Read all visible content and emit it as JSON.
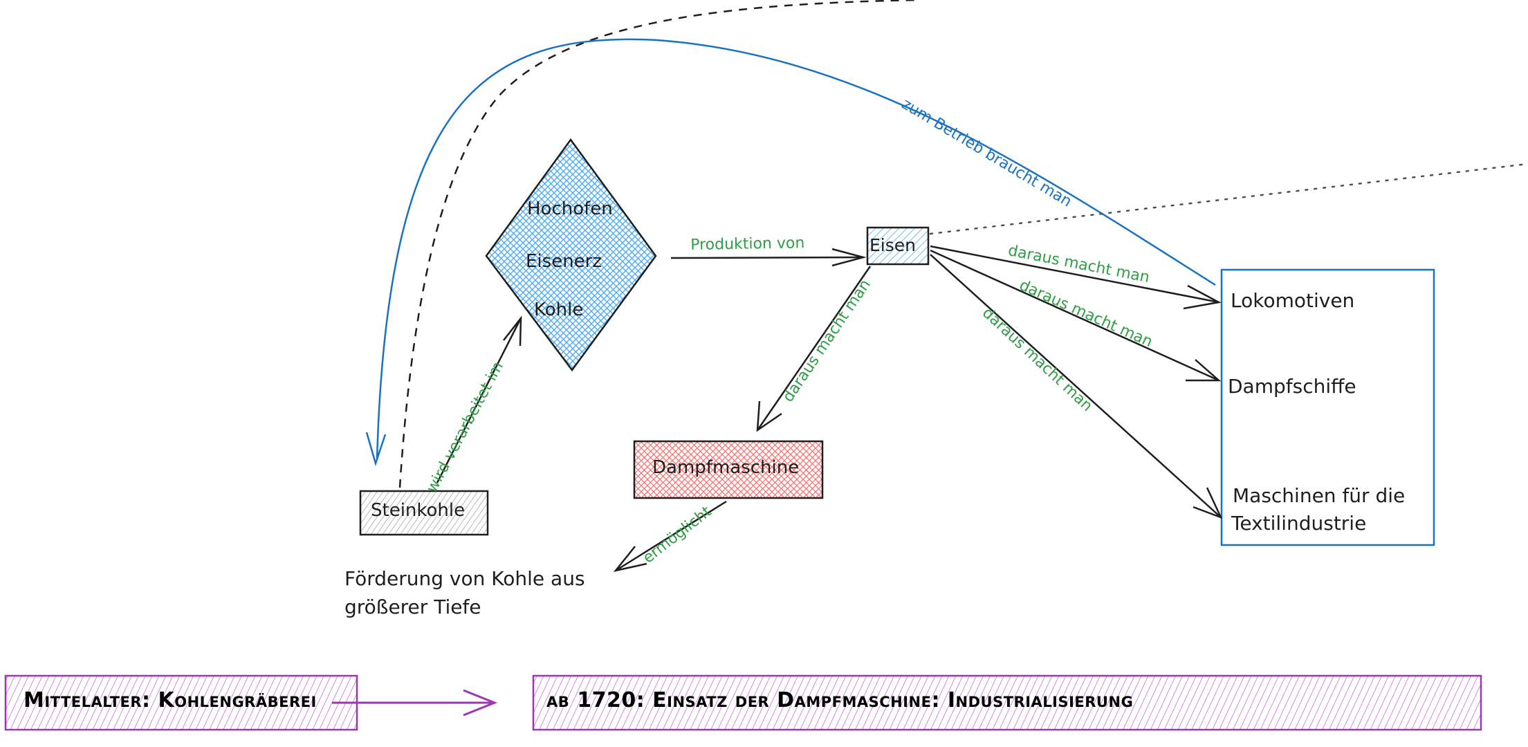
{
  "diagram": {
    "colors": {
      "stroke": "#1e1e1e",
      "label_green": "#2f9e44",
      "blue": "#1971c2",
      "blue_fill": "#4dabf7",
      "red_fill": "#ff8787",
      "gray_fill": "#868e96",
      "purple": "#9c36b5",
      "dotted_gray": "#495057"
    },
    "nodes": {
      "hochofen": {
        "lines": [
          "Hochofen",
          "Eisenerz",
          "Kohle"
        ],
        "shape": "diamond",
        "fill": "blue"
      },
      "eisen": {
        "label": "Eisen",
        "shape": "rectangle",
        "fill": "blue"
      },
      "steinkohle": {
        "label": "Steinkohle",
        "shape": "rectangle",
        "fill": "gray"
      },
      "dampfmaschine": {
        "label": "Dampfmaschine",
        "shape": "rectangle",
        "fill": "red"
      },
      "foerderung": {
        "lines": [
          "Förderung von Kohle aus",
          "größerer Tiefe"
        ],
        "shape": "text"
      },
      "products": {
        "shape": "rectangle",
        "items": [
          "Lokomotiven",
          "Dampfschiffe",
          "Maschinen für die",
          "Textilindustrie"
        ]
      }
    },
    "edges": {
      "produktion_von": "Produktion von",
      "wird_verarbeitet_im": "wird verarbeitet im",
      "daraus_macht_man_dampfmaschine": "daraus macht man",
      "daraus_macht_man_lokomotiven": "daraus macht man",
      "daraus_macht_man_dampfschiffe": "daraus macht man",
      "daraus_macht_man_textil": "daraus macht man",
      "ermoeglicht": "ermöglicht",
      "zum_betrieb": "zum Betrieb braucht man"
    },
    "timeline": {
      "left": "Mittelalter: Kohlengräberei",
      "right": "ab 1720: Einsatz der Dampfmaschine: Industrialisierung"
    }
  }
}
